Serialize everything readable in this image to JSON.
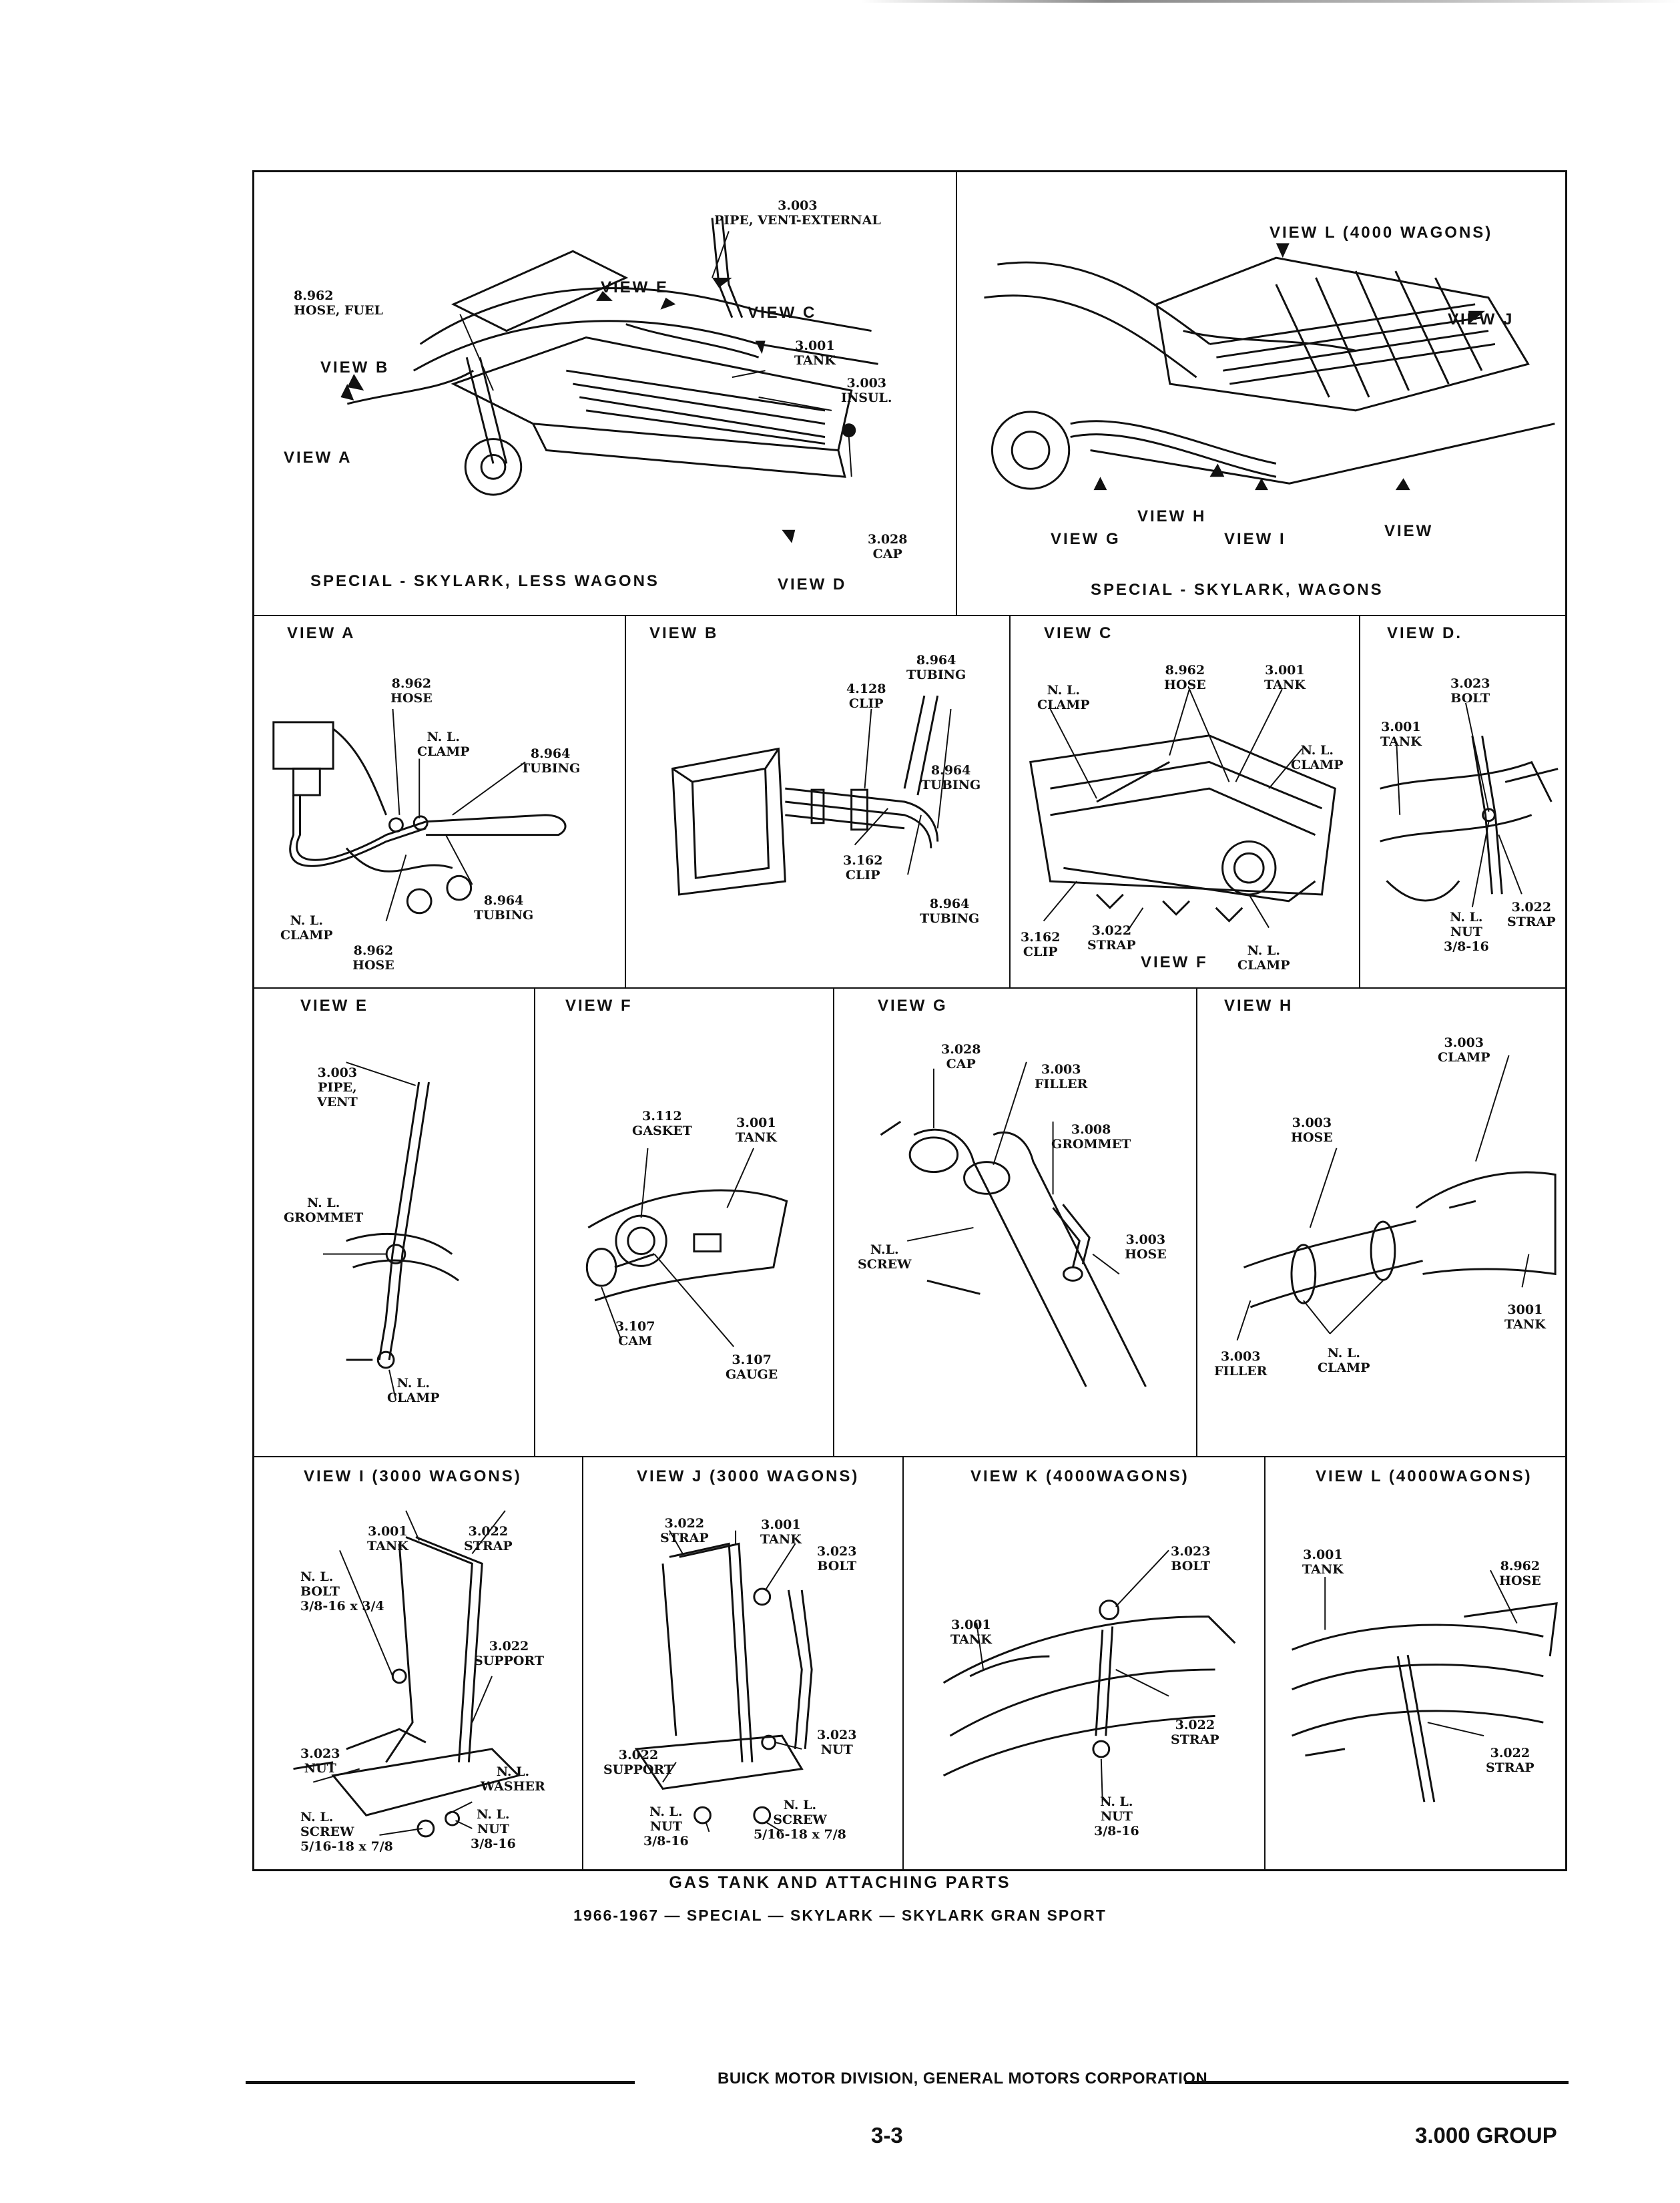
{
  "top_left": {
    "title": "SPECIAL - SKYLARK, LESS WAGONS",
    "labels": {
      "pipe_vent": "3.003\nPIPE, VENT-EXTERNAL",
      "hose_fuel": "8.962\nHOSE, FUEL",
      "view_e": "VIEW E",
      "view_c": "VIEW C",
      "tank": "3.001\nTANK",
      "insul": "3.003\nINSUL.",
      "view_b": "VIEW B",
      "view_a": "VIEW A",
      "cap": "3.028\nCAP",
      "view_d": "VIEW D"
    }
  },
  "top_right": {
    "title": "SPECIAL - SKYLARK, WAGONS",
    "labels": {
      "view_l": "VIEW L (4000 WAGONS)",
      "view_j": "VIEW J",
      "view_h": "VIEW H",
      "view_g": "VIEW G",
      "view_i": "VIEW I",
      "view_k": "VIEW"
    }
  },
  "view_a": {
    "title": "VIEW A",
    "labels": [
      "8.962\nHOSE",
      "N. L.\nCLAMP",
      "8.964\nTUBING",
      "8.964\nTUBING",
      "N. L.\nCLAMP",
      "8.962\nHOSE"
    ]
  },
  "view_b": {
    "title": "VIEW B",
    "labels": [
      "8.964\nTUBING",
      "4.128\nCLIP",
      "8.964\nTUBING",
      "3.162\nCLIP",
      "8.964\nTUBING"
    ]
  },
  "view_c": {
    "title": "VIEW C",
    "labels": [
      "N. L.\nCLAMP",
      "8.962\nHOSE",
      "3.001\nTANK",
      "N. L.\nCLAMP",
      "3.162\nCLIP",
      "3.022\nSTRAP",
      "VIEW F",
      "N. L.\nCLAMP"
    ]
  },
  "view_d": {
    "title": "VIEW D.",
    "labels": [
      "3.023\nBOLT",
      "3.001\nTANK",
      "N. L.\nNUT\n3/8-16",
      "3.022\nSTRAP"
    ]
  },
  "view_e": {
    "title": "VIEW E",
    "labels": [
      "3.003\nPIPE,\nVENT",
      "N. L.\nGROMMET",
      "N. L.\nCLAMP"
    ]
  },
  "view_f": {
    "title": "VIEW F",
    "labels": [
      "3.112\nGASKET",
      "3.001\nTANK",
      "3.107\nCAM",
      "3.107\nGAUGE"
    ]
  },
  "view_g": {
    "title": "VIEW G",
    "labels": [
      "3.028\nCAP",
      "3.003\nFILLER",
      "3.008\nGROMMET",
      "N.L.\nSCREW",
      "3.003\nHOSE"
    ]
  },
  "view_h": {
    "title": "VIEW H",
    "labels": [
      "3.003\nCLAMP",
      "3.003\nHOSE",
      "3001\nTANK",
      "3.003\nFILLER",
      "N. L.\nCLAMP"
    ]
  },
  "view_i": {
    "title": "VIEW I  (3000 WAGONS)",
    "labels": [
      "3.001\nTANK",
      "3.022\nSTRAP",
      "N. L.\nBOLT\n3/8-16 x 3/4",
      "3.022\nSUPPORT",
      "3.023\nNUT",
      "N. L.\nWASHER",
      "N. L.\nSCREW\n5/16-18 x 7/8",
      "N. L.\nNUT\n3/8-16"
    ]
  },
  "view_j": {
    "title": "VIEW J (3000 WAGONS)",
    "labels": [
      "3.022\nSTRAP",
      "3.001\nTANK",
      "3.023\nBOLT",
      "3.023\nNUT",
      "3.022\nSUPPORT",
      "N. L.\nNUT\n3/8-16",
      "N. L.\nSCREW\n5/16-18 x 7/8"
    ]
  },
  "view_k": {
    "title": "VIEW K (4000WAGONS)",
    "labels": [
      "3.023\nBOLT",
      "3.001\nTANK",
      "3.022\nSTRAP",
      "N. L.\nNUT\n3/8-16"
    ]
  },
  "view_l": {
    "title": "VIEW L (4000WAGONS)",
    "labels": [
      "3.001\nTANK",
      "8.962\nHOSE",
      "3.022\nSTRAP"
    ]
  },
  "caption": {
    "line1": "GAS TANK AND ATTACHING PARTS",
    "line2": "1966-1967 — SPECIAL — SKYLARK — SKYLARK GRAN SPORT"
  },
  "footer": {
    "publisher": "BUICK MOTOR DIVISION, GENERAL MOTORS CORPORATION",
    "page_number": "3-3",
    "group": "3.000 GROUP"
  }
}
